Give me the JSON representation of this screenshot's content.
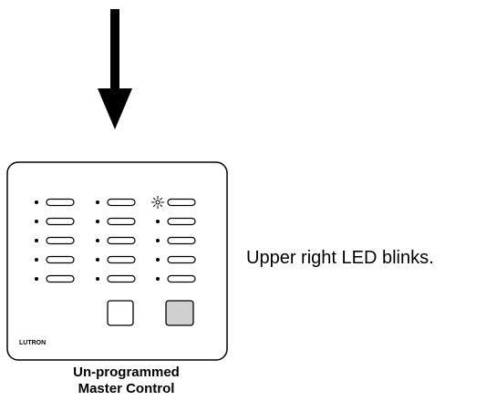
{
  "device": {
    "brand": "LUTRON",
    "led_rows": 5,
    "led_columns": 3,
    "blinking_led": {
      "row": 1,
      "column": 3
    },
    "buttons": [
      "unlit",
      "lit"
    ]
  },
  "note": {
    "text": "Upper right LED blinks."
  },
  "caption": {
    "line1": "Un-programmed",
    "line2": "Master Control"
  },
  "colors": {
    "stroke": "#000000",
    "face": "#ffffff",
    "lit_button": "#d0d0d0"
  }
}
